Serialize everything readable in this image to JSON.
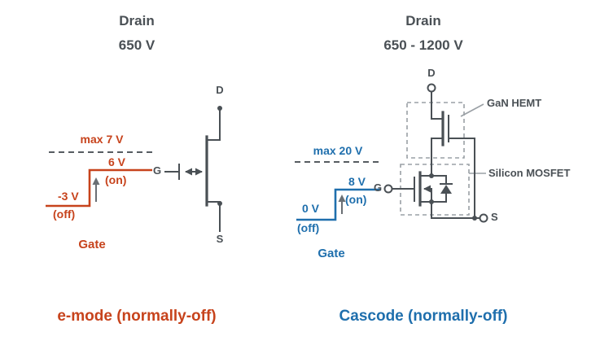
{
  "colors": {
    "ink": "#4a5055",
    "red": "#c7431c",
    "blue": "#1f6fad"
  },
  "left_panel": {
    "drain_title": "Drain",
    "drain_voltage": "650 V",
    "waveform": {
      "max_level": "max 7 V",
      "on_level": "6 V",
      "on_state": "(on)",
      "off_level": "-3 V",
      "off_state": "(off)",
      "axis_label": "Gate"
    },
    "symbol": {
      "drain": "D",
      "gate": "G",
      "source": "S"
    },
    "caption": "e-mode (normally-off)"
  },
  "right_panel": {
    "drain_title": "Drain",
    "drain_voltage": "650 - 1200 V",
    "waveform": {
      "max_level": "max 20 V",
      "on_level": "8 V",
      "on_state": "(on)",
      "off_level": "0 V",
      "off_state": "(off)",
      "axis_label": "Gate"
    },
    "symbol": {
      "drain": "D",
      "gate": "G",
      "source": "S"
    },
    "annotations": {
      "gan_hemt": "GaN HEMT",
      "silicon_mosfet": "Silicon MOSFET"
    },
    "caption": "Cascode (normally-off)"
  }
}
